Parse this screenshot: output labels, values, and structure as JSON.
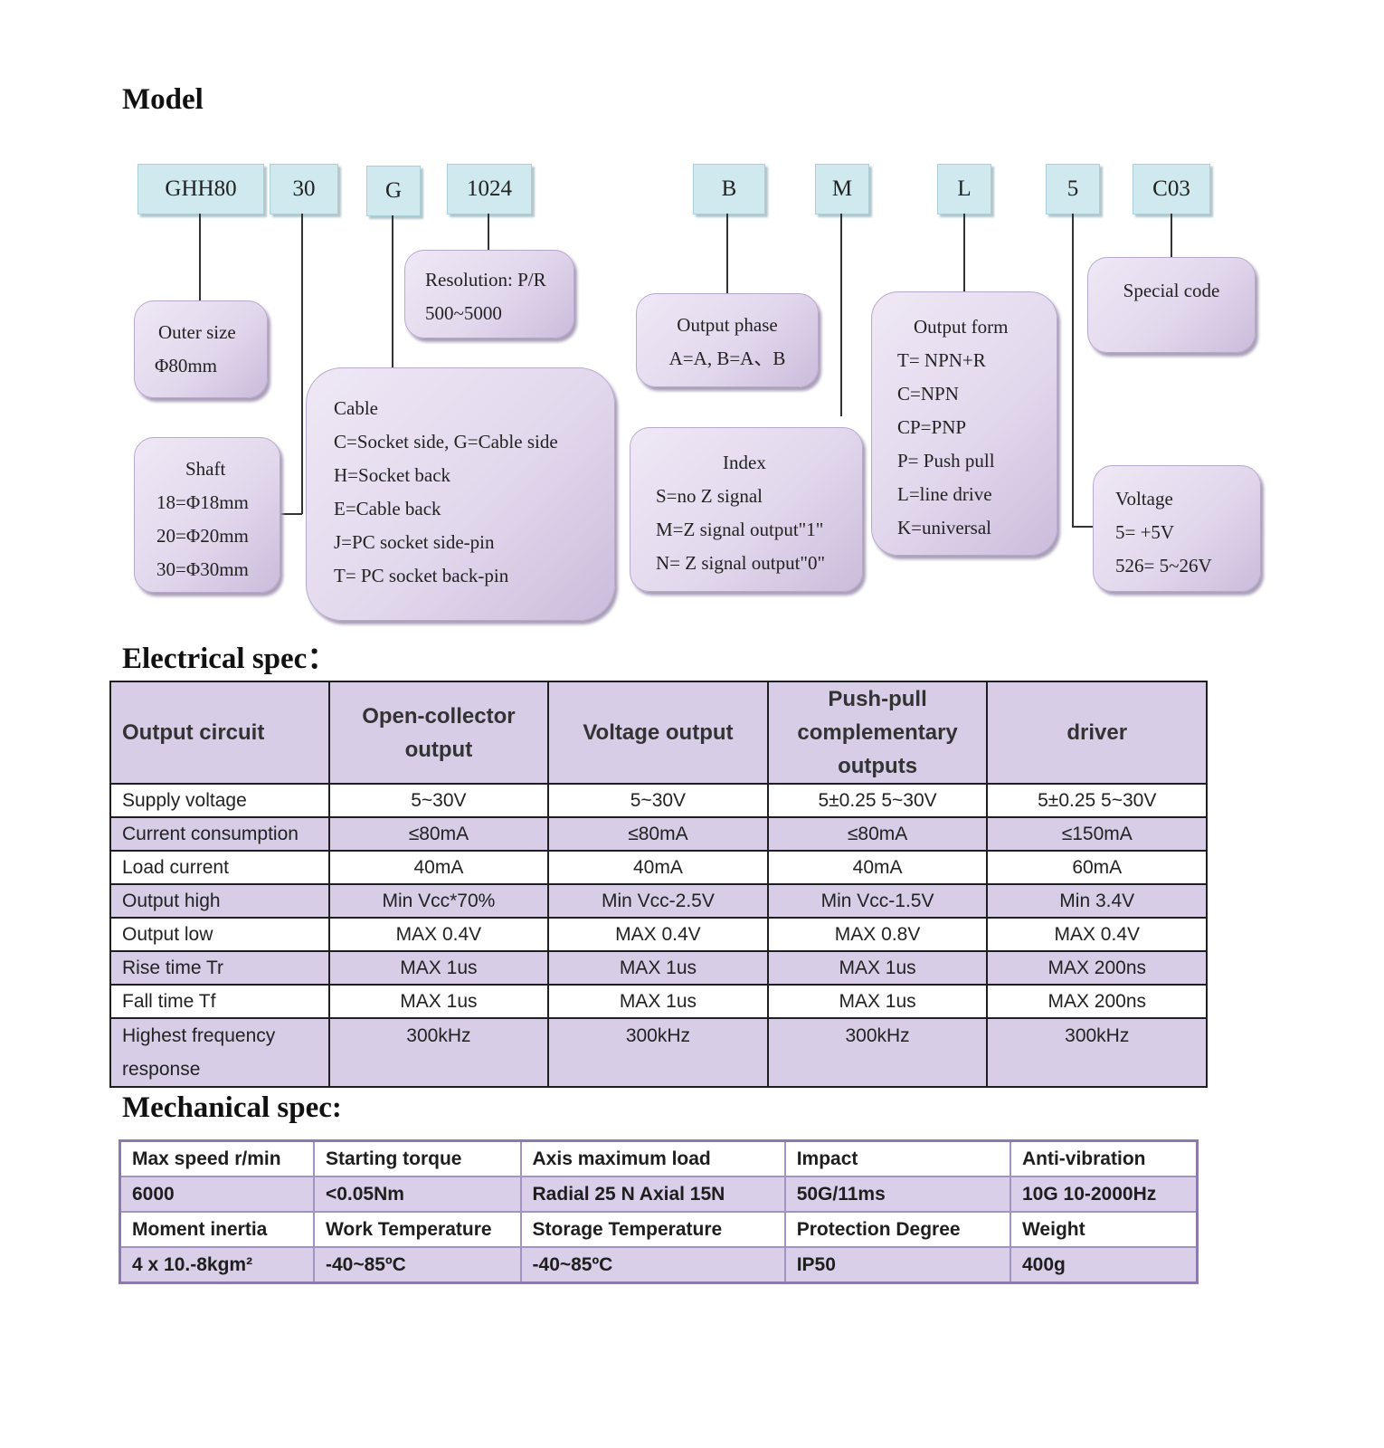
{
  "headings": {
    "model": "Model",
    "electrical": "Electrical spec：",
    "mechanical": "Mechanical spec:"
  },
  "model_codes": [
    "GHH80",
    "30",
    "G",
    "1024",
    "B",
    "M",
    "L",
    "5",
    "C03"
  ],
  "descriptions": {
    "outer_size": [
      "Outer size",
      "Φ80mm"
    ],
    "shaft": [
      "Shaft",
      "18=Φ18mm",
      "20=Φ20mm",
      "30=Φ30mm"
    ],
    "cable": [
      "Cable",
      "C=Socket side, G=Cable side",
      "H=Socket back",
      "E=Cable back",
      "J=PC socket side-pin",
      "T= PC socket back-pin"
    ],
    "resolution": [
      "Resolution: P/R",
      "500~5000"
    ],
    "output_phase": [
      "Output phase",
      "A=A, B=A、B"
    ],
    "index": [
      "Index",
      "S=no Z signal",
      "M=Z signal output\"1\"",
      "N= Z signal output\"0\""
    ],
    "output_form": [
      "Output form",
      "T= NPN+R",
      "C=NPN",
      "CP=PNP",
      "P= Push pull",
      "L=line drive",
      "K=universal"
    ],
    "special_code": [
      "Special code"
    ],
    "voltage": [
      "Voltage",
      "5= +5V",
      "526= 5~26V"
    ]
  },
  "electrical_table": {
    "headers": [
      "Output circuit",
      "Open-collector output",
      "Voltage output",
      "Push-pull complementary outputs",
      "driver"
    ],
    "rows": [
      [
        "Supply voltage",
        "5~30V",
        "5~30V",
        "5±0.25   5~30V",
        "5±0.25   5~30V"
      ],
      [
        "Current consumption",
        "≤80mA",
        "≤80mA",
        "≤80mA",
        "≤150mA"
      ],
      [
        "Load current",
        "40mA",
        "40mA",
        "40mA",
        "60mA"
      ],
      [
        "Output high",
        "Min Vcc*70%",
        "Min Vcc-2.5V",
        "Min Vcc-1.5V",
        "Min 3.4V"
      ],
      [
        "Output low",
        "MAX 0.4V",
        "MAX 0.4V",
        "MAX 0.8V",
        "MAX 0.4V"
      ],
      [
        "Rise time Tr",
        "MAX 1us",
        "MAX 1us",
        "MAX 1us",
        "MAX 200ns"
      ],
      [
        "Fall time Tf",
        "MAX 1us",
        "MAX 1us",
        "MAX 1us",
        "MAX 200ns"
      ],
      [
        "Highest frequency response",
        "300kHz",
        "300kHz",
        "300kHz",
        "300kHz"
      ]
    ]
  },
  "mechanical_table": {
    "rows": [
      [
        "Max speed r/min",
        "Starting torque",
        "Axis maximum load",
        "Impact",
        "Anti-vibration"
      ],
      [
        "6000",
        "<0.05Nm",
        "Radial 25 N Axial 15N",
        "50G/11ms",
        "10G    10-2000Hz"
      ],
      [
        "Moment inertia",
        "Work Temperature",
        "Storage Temperature",
        "Protection Degree",
        "Weight"
      ],
      [
        "4 x 10.-8kgm²",
        "-40~85ºC",
        "-40~85ºC",
        "IP50",
        "400g"
      ]
    ]
  }
}
